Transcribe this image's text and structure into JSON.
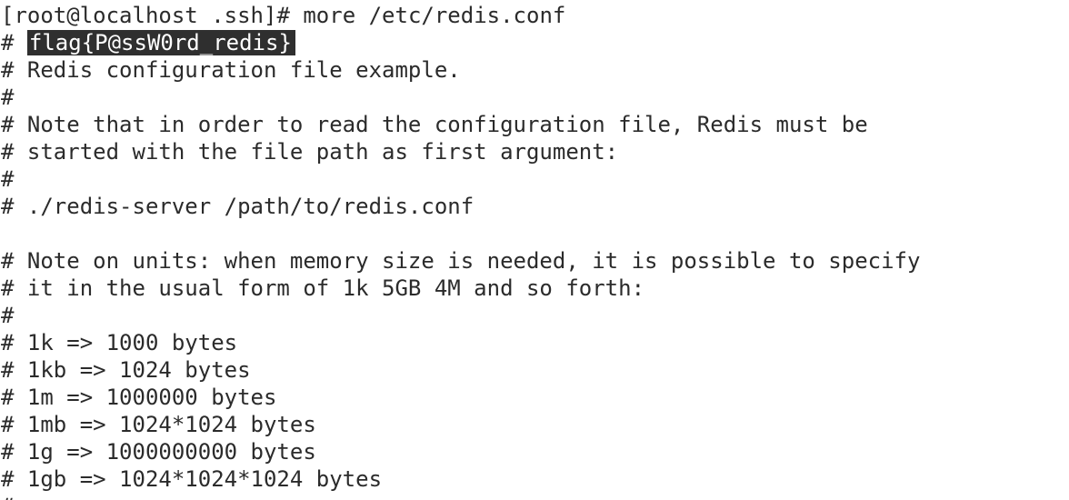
{
  "terminal": {
    "prompt": {
      "open_bracket": "[",
      "userhost": "root@localhost .ssh",
      "close_bracket": "]",
      "symbol": "# ",
      "command": "more /etc/redis.conf"
    },
    "flag_line": {
      "prefix": "# ",
      "selected": "flag{P@ssW0rd_redis}"
    },
    "lines": [
      "# Redis configuration file example.",
      "#",
      "# Note that in order to read the configuration file, Redis must be",
      "# started with the file path as first argument:",
      "#",
      "# ./redis-server /path/to/redis.conf",
      "",
      "# Note on units: when memory size is needed, it is possible to specify",
      "# it in the usual form of 1k 5GB 4M and so forth:",
      "#",
      "# 1k => 1000 bytes",
      "# 1kb => 1024 bytes",
      "# 1m => 1000000 bytes",
      "# 1mb => 1024*1024 bytes",
      "# 1g => 1000000000 bytes",
      "# 1gb => 1024*1024*1024 bytes",
      "#"
    ],
    "colors": {
      "background": "#ffffff",
      "text": "#2b2b2b",
      "selection_bg": "#2f2f2f",
      "selection_fg": "#ffffff"
    }
  }
}
